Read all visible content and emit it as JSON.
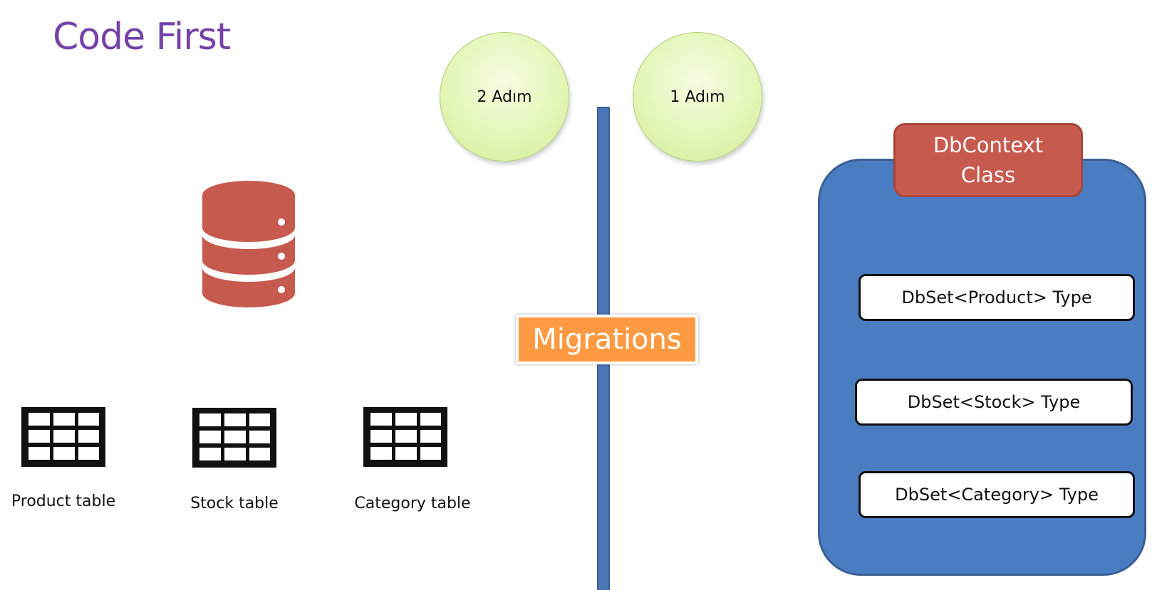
{
  "title": "Code First",
  "database": {
    "icon": "database-icon",
    "color": "#c75a4e"
  },
  "tables": [
    {
      "label": "Product table",
      "icon": "table-icon"
    },
    {
      "label": "Stock table",
      "icon": "table-icon"
    },
    {
      "label": "Category table",
      "icon": "table-icon"
    }
  ],
  "steps": [
    {
      "label": "2 Adım"
    },
    {
      "label": "1 Adım"
    }
  ],
  "migrations": {
    "label": "Migrations",
    "color": "#ff9a42"
  },
  "dbcontext": {
    "title_line1": "DbContext",
    "title_line2": "Class",
    "header_color": "#c75a4e",
    "panel_color": "#4a7cc2",
    "items": [
      {
        "label": "DbSet<Product> Type"
      },
      {
        "label": "DbSet<Stock> Type"
      },
      {
        "label": "DbSet<Category> Type"
      }
    ]
  }
}
